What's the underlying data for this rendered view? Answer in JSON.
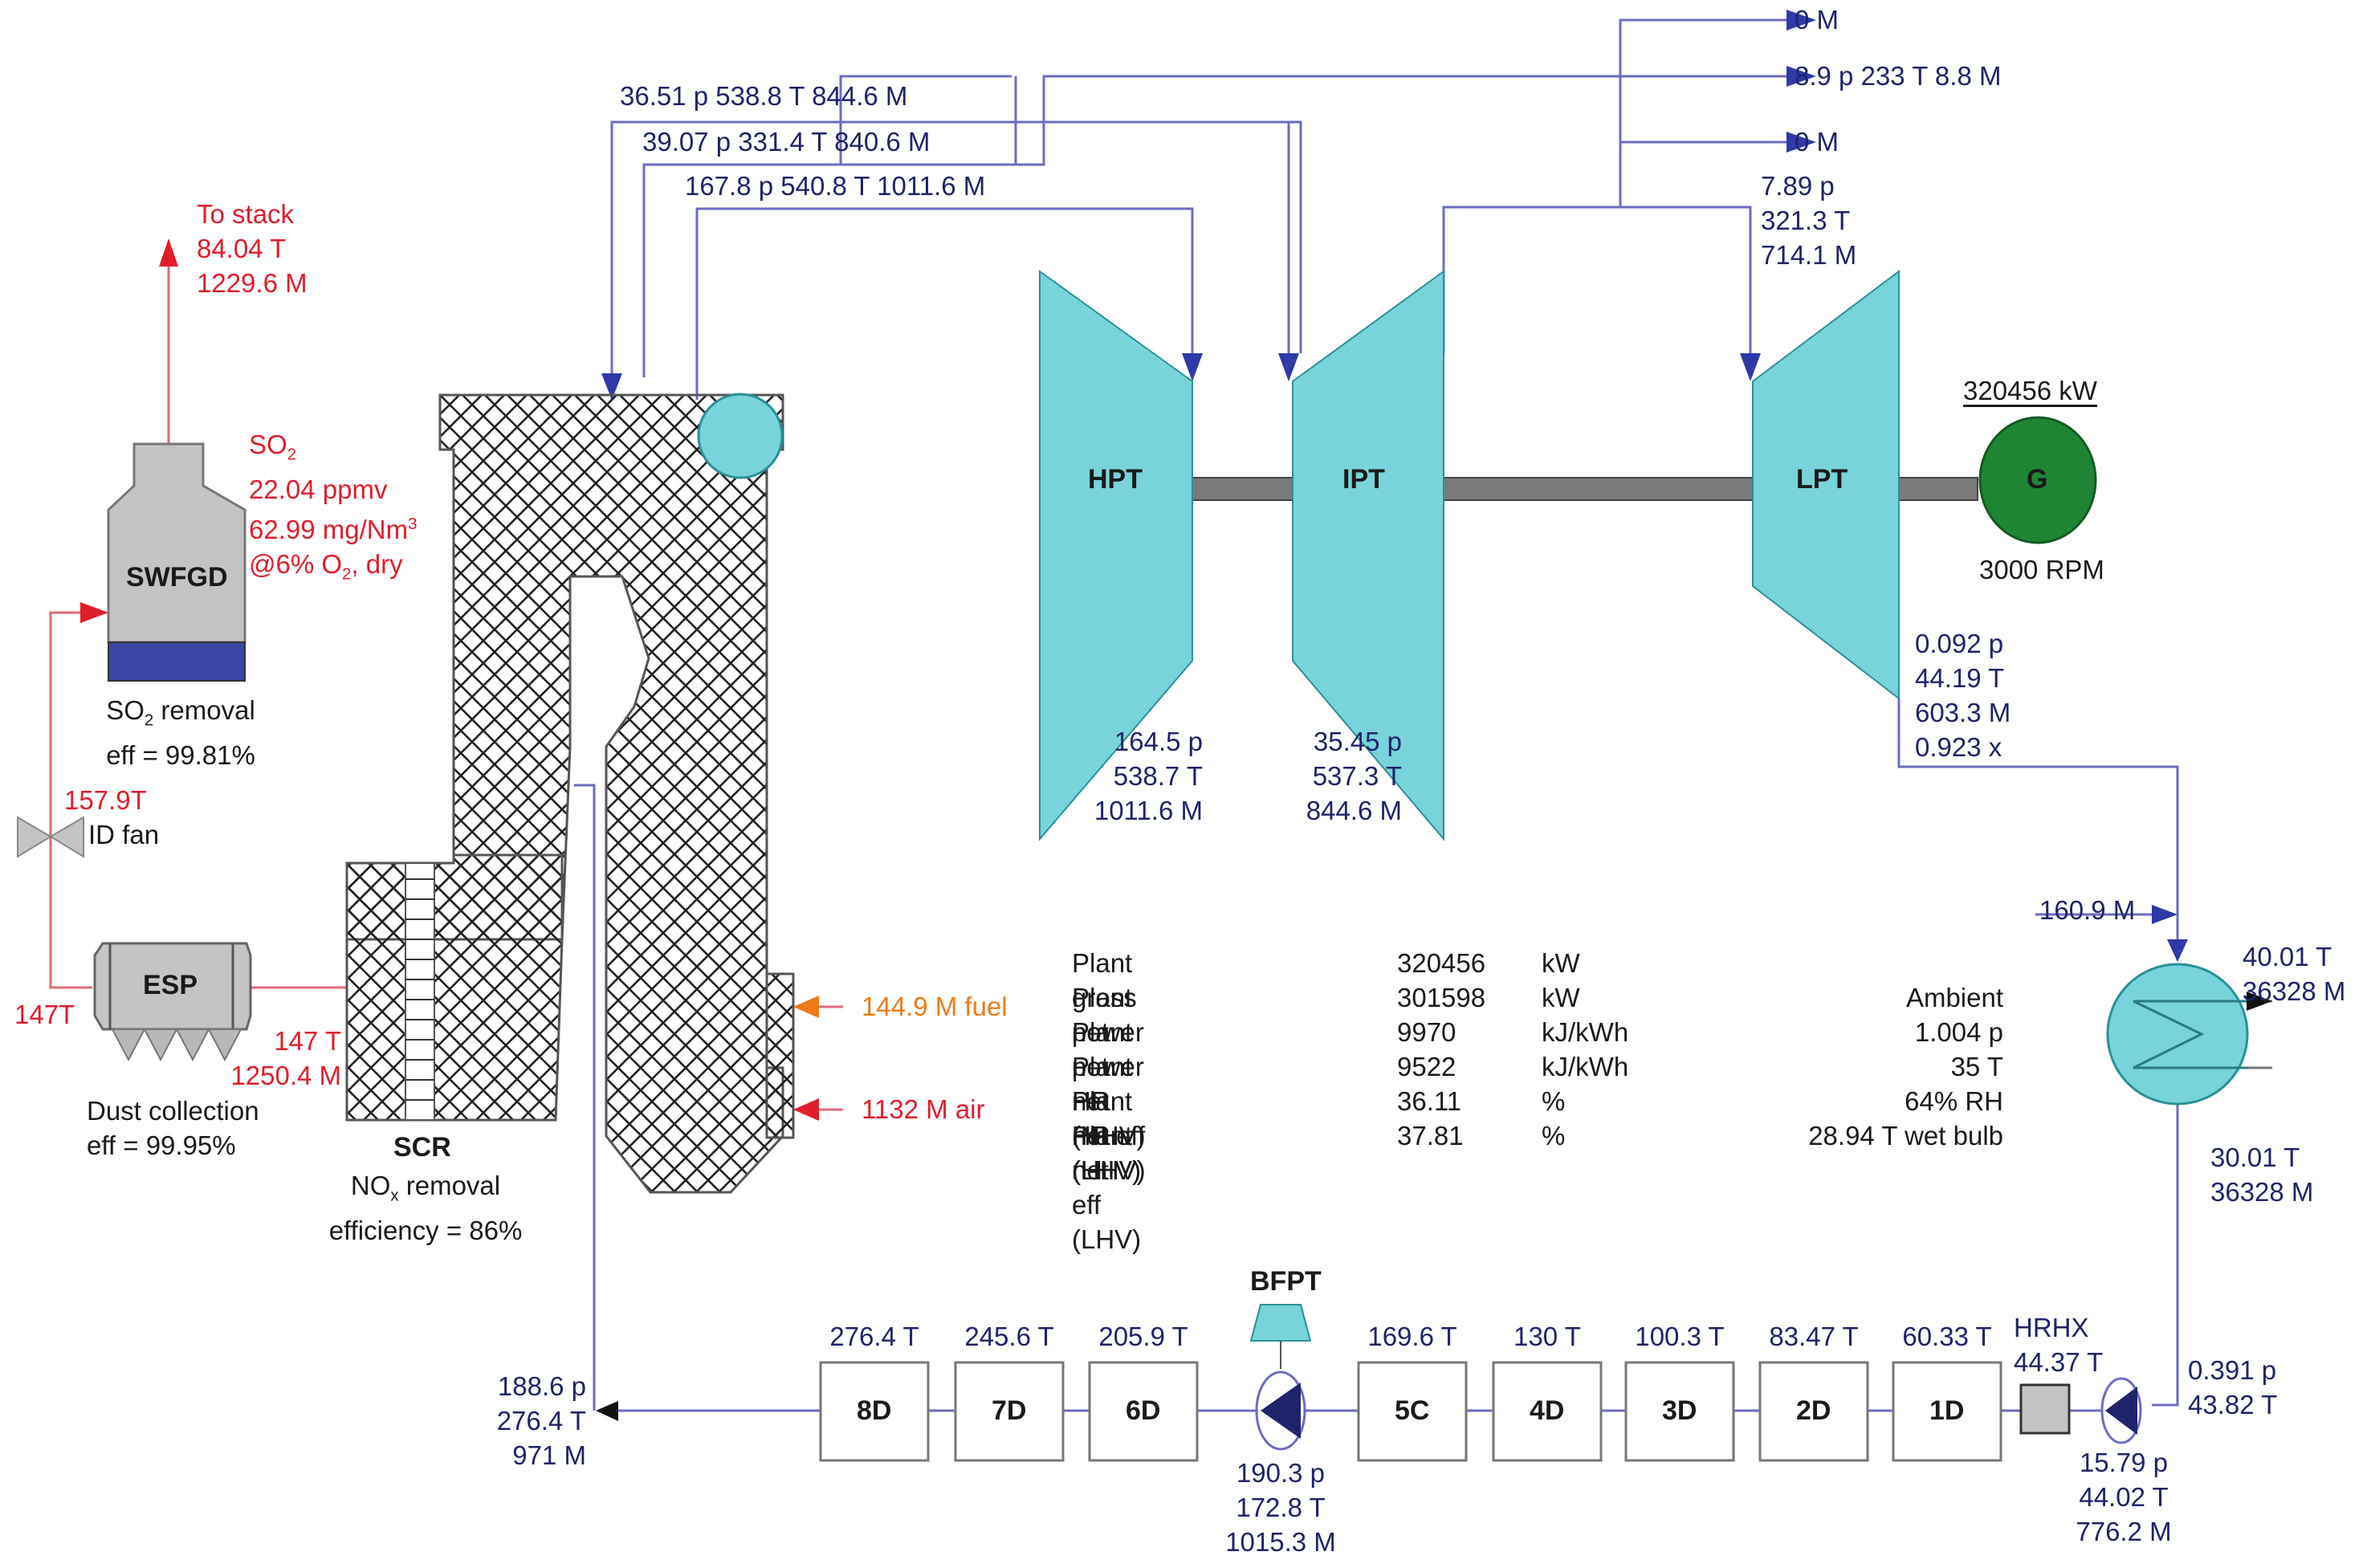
{
  "colors": {
    "steam_line": "#6b6bc4",
    "arrow_blue": "#2f39a8",
    "gas_line": "#e36a78",
    "gas_arrow": "#e01e2b",
    "fuel": "#ee7a1a",
    "turbine_fill": "#79d3da",
    "generator_fill": "#1f8535",
    "fgd_blue": "#3a46a4",
    "equipment_gray": "#c4c4c4"
  },
  "flue_gas": {
    "stack": {
      "label": "To stack",
      "temperature": "84.04 T",
      "mass_flow": "1229.6 M"
    },
    "so2": {
      "title": "SO",
      "title_sub": "2",
      "ppmv": "22.04 ppmv",
      "mg": "62.99 mg/Nm",
      "mg_sup": "3",
      "basis_pre": "@6%  O",
      "basis_sub": "2",
      "basis_post": ", dry"
    },
    "swfgd": {
      "name": "SWFGD",
      "removal_pre": "SO",
      "removal_sub": "2",
      "removal_post": "  removal",
      "eff": "eff = 99.81%"
    },
    "id_fan": {
      "temperature": "157.9T",
      "name": "ID fan"
    },
    "esp": {
      "name": "ESP",
      "outlet_temperature": "147T",
      "inlet_temperature": "147 T",
      "inlet_mass": "1250.4 M",
      "caption": "Dust collection",
      "eff": "eff = 99.95%"
    },
    "scr": {
      "name": "SCR",
      "removal_pre": "NO",
      "removal_sub": "x",
      "removal_post": "  removal",
      "eff": "efficiency = 86%"
    }
  },
  "boiler": {
    "fuel": "144.9 M fuel",
    "air": "1132 M air",
    "feedwater_in": {
      "pressure": "188.6 p",
      "temperature": "276.4 T",
      "mass_flow": "971 M"
    }
  },
  "steam_lines": {
    "crh": "36.51 p 538.8 T 844.6 M",
    "hrh": "39.07 p 331.4 T 840.6 M",
    "main": "167.8 p 540.8 T 1011.6 M"
  },
  "extractions": [
    {
      "label": "0 M"
    },
    {
      "label": "8.9 p 233 T 8.8 M"
    },
    {
      "label": "0 M"
    }
  ],
  "turbines": {
    "hpt": {
      "name": "HPT",
      "pressure": "164.5 p",
      "temperature": "538.7 T",
      "mass_flow": "1011.6 M"
    },
    "ipt": {
      "name": "IPT",
      "pressure": "35.45 p",
      "temperature": "537.3 T",
      "mass_flow": "844.6 M"
    },
    "lpt": {
      "name": "LPT",
      "inlet": {
        "pressure": "7.89 p",
        "temperature": "321.3 T",
        "mass_flow": "714.1 M"
      },
      "exhaust": {
        "pressure": "0.092 p",
        "temperature": "44.19 T",
        "mass_flow": "603.3 M",
        "quality": "0.923 x"
      }
    }
  },
  "generator": {
    "name": "G",
    "power": "320456 kW",
    "speed": "3000 RPM"
  },
  "condenser": {
    "drain_in": "160.9 M",
    "cw_out": {
      "temperature": "40.01 T",
      "mass_flow": "36328 M"
    },
    "cw_in": {
      "temperature": "30.01 T",
      "mass_flow": "36328 M"
    }
  },
  "performance": [
    {
      "label": "Plant gross power",
      "value": "320456",
      "unit": "kW"
    },
    {
      "label": "Plant net power",
      "value": "301598",
      "unit": "kW"
    },
    {
      "label": "Plant net HR (HHV)",
      "value": "9970",
      "unit": "kJ/kWh"
    },
    {
      "label": "Plant net HR (LHV)",
      "value": "9522",
      "unit": "kJ/kWh"
    },
    {
      "label": "Plant net eff (HHV)",
      "value": "36.11",
      "unit": "%"
    },
    {
      "label": "Plant net eff (LHV)",
      "value": "37.81",
      "unit": "%"
    }
  ],
  "ambient": [
    "Ambient",
    "1.004 p",
    "35 T",
    "64% RH",
    "28.94 T wet bulb"
  ],
  "heaters": [
    {
      "name": "8D",
      "temperature": "276.4 T"
    },
    {
      "name": "7D",
      "temperature": "245.6 T"
    },
    {
      "name": "6D",
      "temperature": "205.9 T"
    },
    {
      "name": "5C",
      "temperature": "169.6 T"
    },
    {
      "name": "4D",
      "temperature": "130 T"
    },
    {
      "name": "3D",
      "temperature": "100.3 T"
    },
    {
      "name": "2D",
      "temperature": "83.47 T"
    },
    {
      "name": "1D",
      "temperature": "60.33 T"
    }
  ],
  "bfpt": {
    "name": "BFPT",
    "pressure": "190.3 p",
    "temperature": "172.8 T",
    "mass_flow": "1015.3 M"
  },
  "hrhx": {
    "name": "HRHX",
    "temperature": "44.37 T"
  },
  "condensate_pump": {
    "inlet": {
      "pressure": "0.391 p",
      "temperature": "43.82 T"
    },
    "outlet": {
      "pressure": "15.79 p",
      "temperature": "44.02 T",
      "mass_flow": "776.2 M"
    }
  }
}
